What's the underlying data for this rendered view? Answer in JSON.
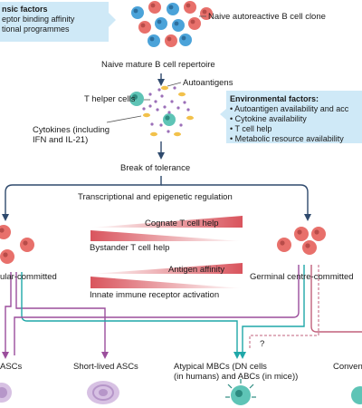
{
  "intrinsic_box": {
    "title": "nsic factors",
    "lines": [
      "eptor binding affinity",
      "tional programmes"
    ]
  },
  "environmental_box": {
    "title": "Environmental factors:",
    "items": [
      "Autoantigen availability and acc",
      "Cytokine availability",
      "T cell help",
      "Metabolic resource availability"
    ]
  },
  "labels": {
    "naive_clone": "Naive autoreactive B cell clone",
    "naive_repertoire": "Naive mature B cell repertoire",
    "autoantigens": "Autoantigens",
    "t_helper": "T helper cells",
    "cytokines_line1": "Cytokines (including",
    "cytokines_line2": "IFN and IL-21)",
    "break_tolerance": "Break of tolerance",
    "regulation": "Transcriptional and epigenetic regulation",
    "cognate": "Cognate T cell help",
    "bystander": "Bystander T cell help",
    "antigen_affinity": "Antigen affinity",
    "innate": "Innate immune receptor activation",
    "extrafollicular": "ular-committed",
    "germinal": "Germinal centre-committed",
    "question": "?",
    "asc_left": "ASCs",
    "short_lived": "Short-lived ASCs",
    "atypical_line1": "Atypical MBCs (DN cells",
    "atypical_line2": "(in humans) and ABCs (in mice))",
    "conven": "Conven"
  },
  "colors": {
    "b_cell_blue": "#4ba3d9",
    "b_cell_red": "#e8706b",
    "t_cell_teal": "#5ec4b6",
    "box_fill": "#cfe9f7",
    "arrow_navy": "#2f4a6d",
    "arrow_teal": "#1fa7a8",
    "arrow_purple": "#9b4e9c",
    "arrow_pink": "#c2607c",
    "wedge_pink": "#e7878a",
    "antigen_yellow": "#f2c14b",
    "cytokine_purple": "#9b6fb8"
  }
}
